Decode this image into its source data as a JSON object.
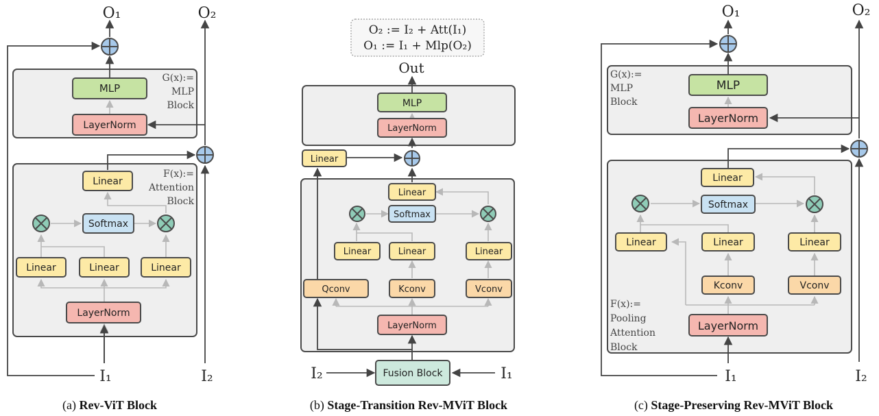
{
  "colors": {
    "block_bg": "#efefef",
    "block_border": "#4a4a4a",
    "mlp": "#c6e3a3",
    "layernorm": "#f5b7b0",
    "linear": "#fdeaa6",
    "softmax": "#c9e2f3",
    "conv": "#fbd8a8",
    "fusion": "#cde9dd",
    "multiply": "#8fccb7",
    "add": "#a7c9ea",
    "arrow_main": "#444444",
    "arrow_light": "#b8b8b8"
  },
  "panel_a": {
    "o1": "O₁",
    "o2": "O₂",
    "g_label": [
      "G(x):=",
      "MLP",
      "Block"
    ],
    "f_label": [
      "F(x):=",
      "Attention",
      "Block"
    ],
    "mlp": "MLP",
    "layernorm_top": "LayerNorm",
    "linear_out": "Linear",
    "softmax": "Softmax",
    "linear_q": "Linear",
    "linear_k": "Linear",
    "linear_v": "Linear",
    "layernorm_bottom": "LayerNorm",
    "i1": "I₁",
    "i2": "I₂",
    "caption_prefix": "(a) ",
    "caption_title": "Rev-ViT Block"
  },
  "panel_b": {
    "formula_1": "O₂ := I₂ + Att(I₁)",
    "formula_2": "O₁ := I₁ + Mlp(O₂)",
    "out": "Out",
    "mlp": "MLP",
    "layernorm_top": "LayerNorm",
    "linear_skip": "Linear",
    "linear_out": "Linear",
    "softmax": "Softmax",
    "linear_q": "Linear",
    "linear_k": "Linear",
    "linear_v": "Linear",
    "qconv": "Qconv",
    "kconv": "Kconv",
    "vconv": "Vconv",
    "layernorm_bottom": "LayerNorm",
    "fusion": "Fusion Block",
    "i2": "I₂",
    "i1": "I₁",
    "caption_prefix": "(b) ",
    "caption_title": "Stage-Transition Rev-MViT Block"
  },
  "panel_c": {
    "o1": "O₁",
    "o2": "O₂",
    "g_label": [
      "G(x):=",
      "MLP",
      "Block"
    ],
    "f_label": [
      "F(x):=",
      "Pooling",
      "Attention",
      "Block"
    ],
    "mlp": "MLP",
    "layernorm_top": "LayerNorm",
    "linear_out": "Linear",
    "softmax": "Softmax",
    "linear_q": "Linear",
    "linear_k": "Linear",
    "linear_v": "Linear",
    "kconv": "Kconv",
    "vconv": "Vconv",
    "layernorm_bottom": "LayerNorm",
    "i1": "I₁",
    "i2": "I₂",
    "caption_prefix": "(c) ",
    "caption_title": "Stage-Preserving Rev-MViT Block"
  }
}
